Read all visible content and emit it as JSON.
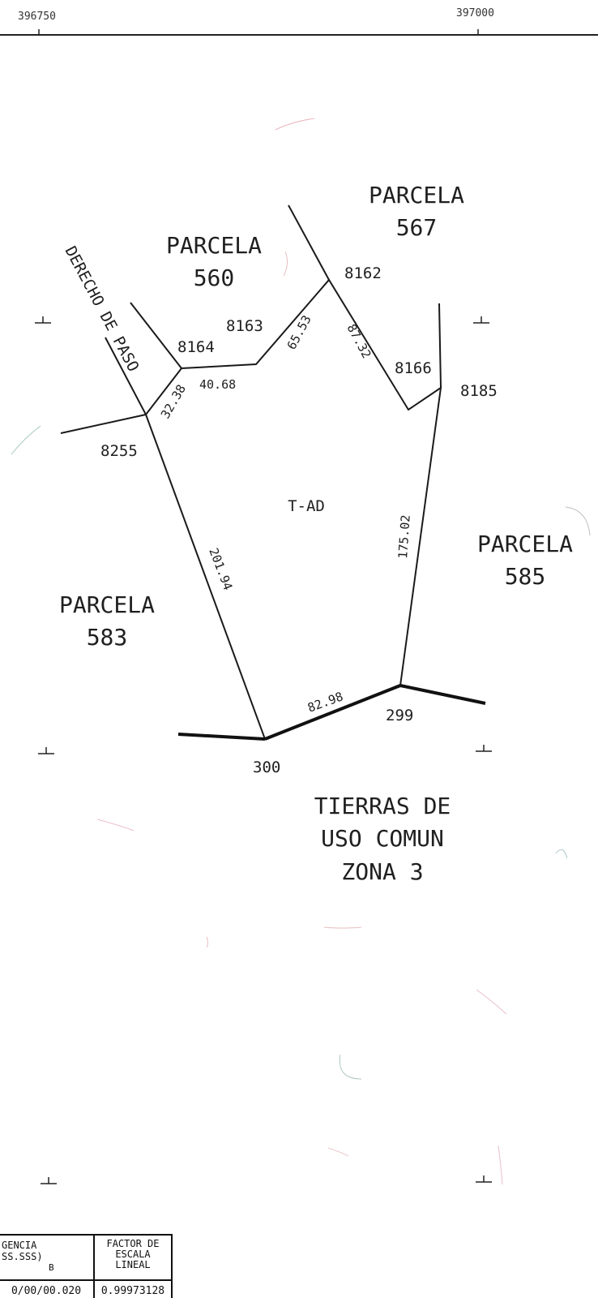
{
  "coords": {
    "left": "396750",
    "right": "397000"
  },
  "parcels": {
    "p567": {
      "title": "PARCELA",
      "number": "567"
    },
    "p560": {
      "title": "PARCELA",
      "number": "560"
    },
    "p585": {
      "title": "PARCELA",
      "number": "585"
    },
    "p583": {
      "title": "PARCELA",
      "number": "583"
    }
  },
  "right_of_way": "DERECHO DE PASO",
  "center_label": "T-AD",
  "zone": {
    "line1": "TIERRAS DE",
    "line2": "USO COMUN",
    "line3": "ZONA 3"
  },
  "vertices": {
    "v8162": "8162",
    "v8163": "8163",
    "v8164": "8164",
    "v8166": "8166",
    "v8185": "8185",
    "v8255": "8255",
    "v299": "299",
    "v300": "300"
  },
  "distances": {
    "d3238": "32.38",
    "d4068": "40.68",
    "d6553": "65.53",
    "d8732": "87.32",
    "d17502": "175.02",
    "d20194": "201.94",
    "d8298": "82.98"
  },
  "table": {
    "h1_line1": "GENCIA",
    "h1_line2": "SS.SSS)",
    "h1_line3": "B",
    "h2_line1": "FACTOR DE",
    "h2_line2": "ESCALA",
    "h2_line3": "LINEAL",
    "v1": "0/00/00.020",
    "v2": "0.99973128"
  }
}
